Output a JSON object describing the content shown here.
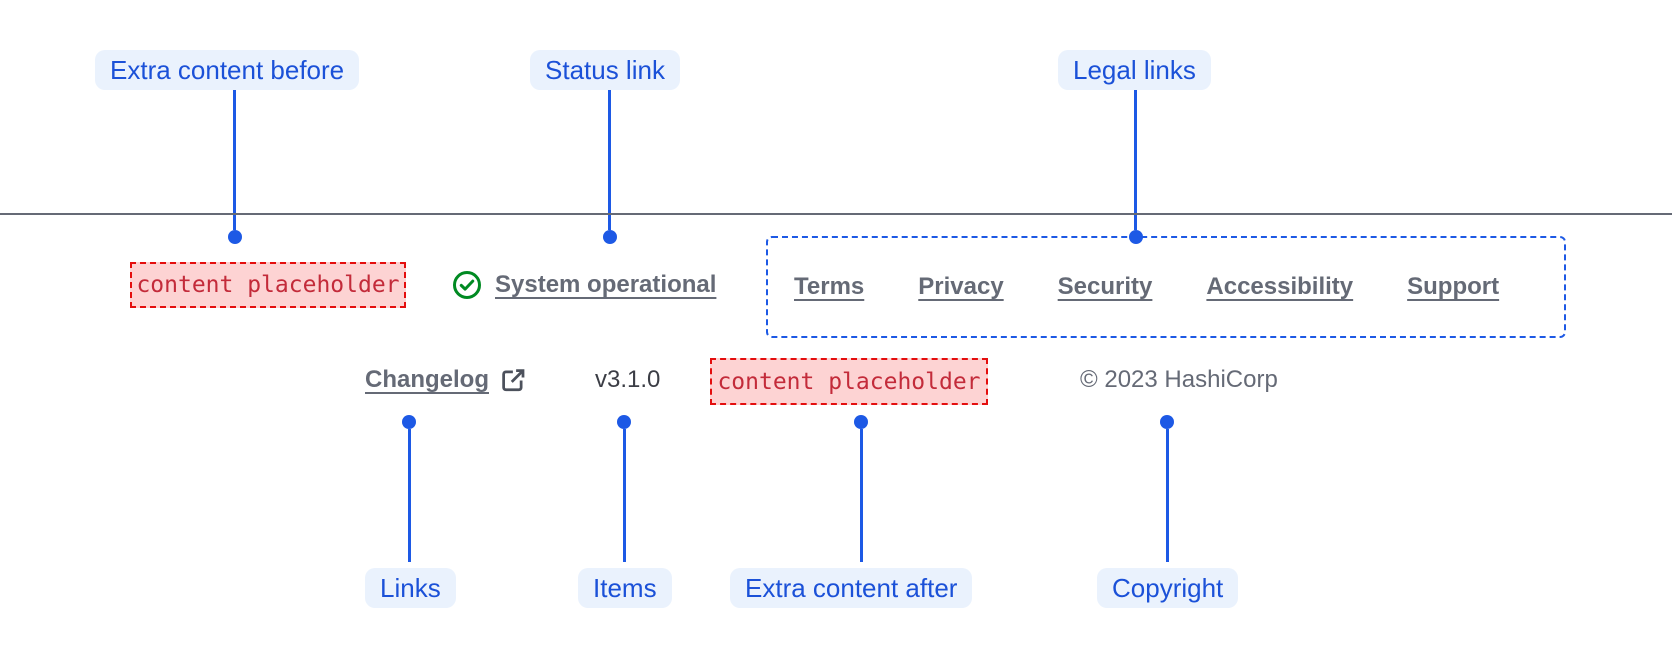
{
  "callouts_top": [
    {
      "label": "Extra content before"
    },
    {
      "label": "Status link"
    },
    {
      "label": "Legal links"
    }
  ],
  "callouts_bottom": [
    {
      "label": "Links"
    },
    {
      "label": "Items"
    },
    {
      "label": "Extra content after"
    },
    {
      "label": "Copyright"
    }
  ],
  "footer": {
    "extra_before_placeholder": "content placeholder",
    "status": {
      "label": "System operational",
      "icon": "check-circle-icon"
    },
    "legal_links": [
      "Terms",
      "Privacy",
      "Security",
      "Accessibility",
      "Support"
    ],
    "links": [
      {
        "label": "Changelog",
        "icon": "external-link-icon"
      }
    ],
    "version": "v3.1.0",
    "extra_after_placeholder": "content placeholder",
    "copyright": "© 2023 HashiCorp"
  },
  "colors": {
    "annotation_blue": "#1d59e5",
    "annotation_text_blue": "#1b51d8",
    "annotation_pill_bg": "#eaf2fd",
    "link_gray": "#656a76",
    "version_text": "#3b3d45",
    "success_green": "#008a22",
    "placeholder_bg": "#fdd3d3",
    "placeholder_border": "#e40e0e",
    "placeholder_text": "#c32b3a",
    "divider_gray": "#656a76"
  }
}
